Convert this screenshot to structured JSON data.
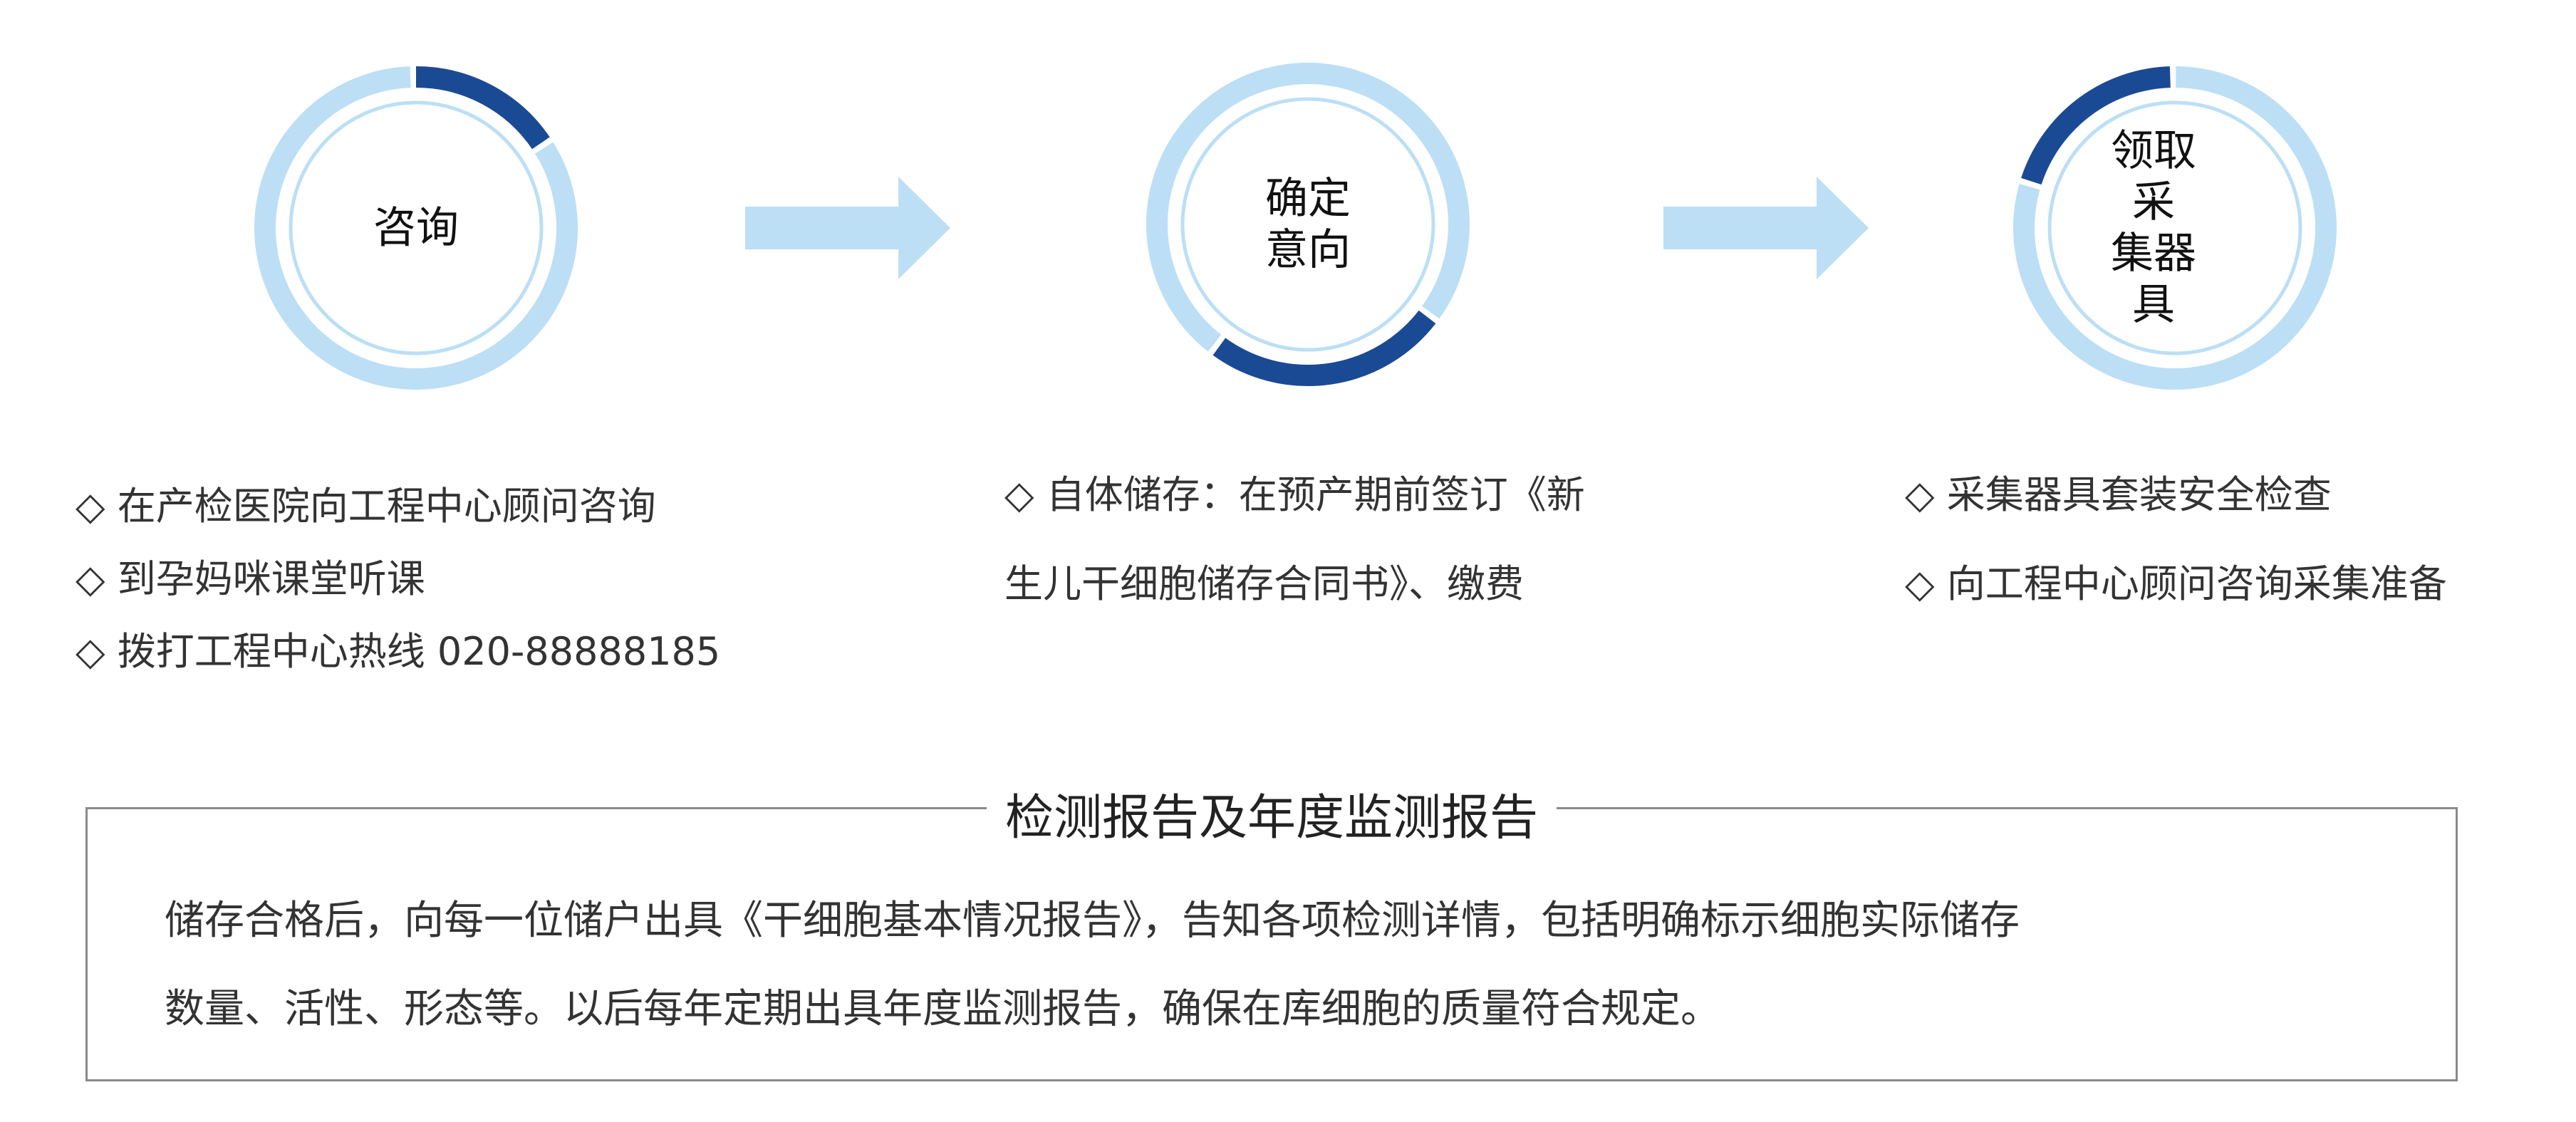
{
  "colors": {
    "accent": "#1a4a94",
    "light": "#bcdff5",
    "text": "#333333"
  },
  "steps": [
    {
      "label_lines": [
        "咨询"
      ],
      "progress_start": 0,
      "progress_end": 0.155,
      "items": [
        "◇ 在产检医院向工程中心顾问咨询",
        "◇ 到孕妈咪课堂听课",
        "◇ 拨打工程中心热线 020-88888185"
      ]
    },
    {
      "label_lines": [
        "确定",
        "意向"
      ],
      "progress_start": 0.355,
      "progress_end": 0.6,
      "items": [
        "◇ 自体储存：在预产期前签订《新",
        "生儿干细胞储存合同书》、缴费"
      ]
    },
    {
      "label_lines": [
        "领取采",
        "集器具"
      ],
      "progress_start": 0.8,
      "progress_end": 0.995,
      "items": [
        "◇ 采集器具套装安全检查",
        "◇ 向工程中心顾问咨询采集准备"
      ]
    }
  ],
  "report": {
    "title": "检测报告及年度监测报告",
    "lines": [
      "储存合格后，向每一位储户出具《干细胞基本情况报告》，告知各项检测详情，包括明确标示细胞实际储存",
      "数量、活性、形态等。以后每年定期出具年度监测报告，确保在库细胞的质量符合规定。"
    ]
  }
}
